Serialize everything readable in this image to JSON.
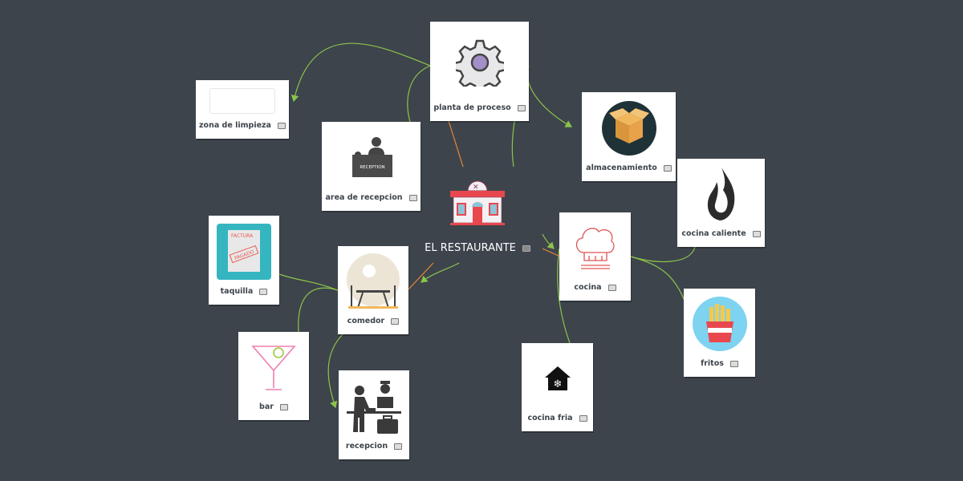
{
  "root": {
    "label": "EL RESTAURANTE",
    "icon": "restaurant-building-icon"
  },
  "nodes": [
    {
      "id": "planta",
      "label": "planta de proceso",
      "icon": "gear-icon"
    },
    {
      "id": "limpieza",
      "label": "zona de limpieza",
      "icon": "broken-image-icon"
    },
    {
      "id": "area",
      "label": "area de recepcion",
      "icon": "reception-desk-icon",
      "icon_text": "RECEPTION"
    },
    {
      "id": "almac",
      "label": "almacenamiento",
      "icon": "box-icon"
    },
    {
      "id": "caliente",
      "label": "cocina caliente",
      "icon": "flame-icon"
    },
    {
      "id": "taquilla",
      "label": "taquilla",
      "icon": "invoice-icon",
      "icon_text": "FACTURA",
      "stamp": "PAGADO"
    },
    {
      "id": "comedor",
      "label": "comedor",
      "icon": "dining-table-icon"
    },
    {
      "id": "cocina",
      "label": "cocina",
      "icon": "chef-hat-icon"
    },
    {
      "id": "fritos",
      "label": "fritos",
      "icon": "french-fries-icon"
    },
    {
      "id": "bar",
      "label": "bar",
      "icon": "cocktail-glass-icon"
    },
    {
      "id": "fria",
      "label": "cocina fria",
      "icon": "cold-house-icon"
    },
    {
      "id": "recep",
      "label": "recepcion",
      "icon": "hotel-reception-icon"
    }
  ],
  "colors": {
    "background": "#3d444c",
    "link_green": "#8bc34a",
    "link_orange": "#e8873a"
  }
}
